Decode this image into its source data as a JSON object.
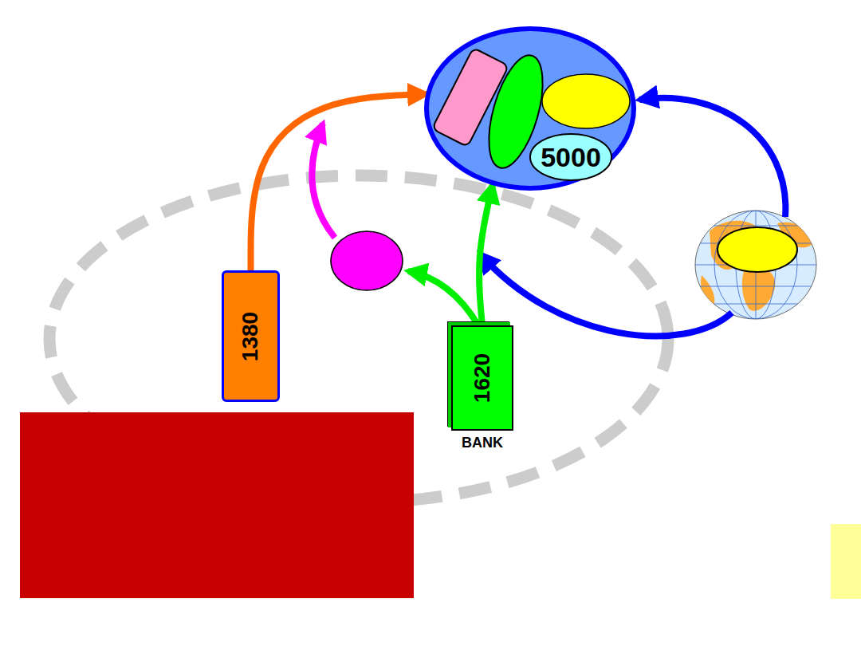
{
  "diagram": {
    "nodes": [
      {
        "text": []
      },
      {
        "text": [
          "5000"
        ],
        "in": 0
      },
      {
        "text": [
          "1380"
        ]
      },
      {
        "text": [
          "1620",
          "BANK"
        ]
      }
    ],
    "edges": [
      {
        "from": 2,
        "to": 0,
        "arrow": "to"
      },
      {
        "from": 3,
        "to": 0,
        "arrow": "to"
      }
    ]
  }
}
